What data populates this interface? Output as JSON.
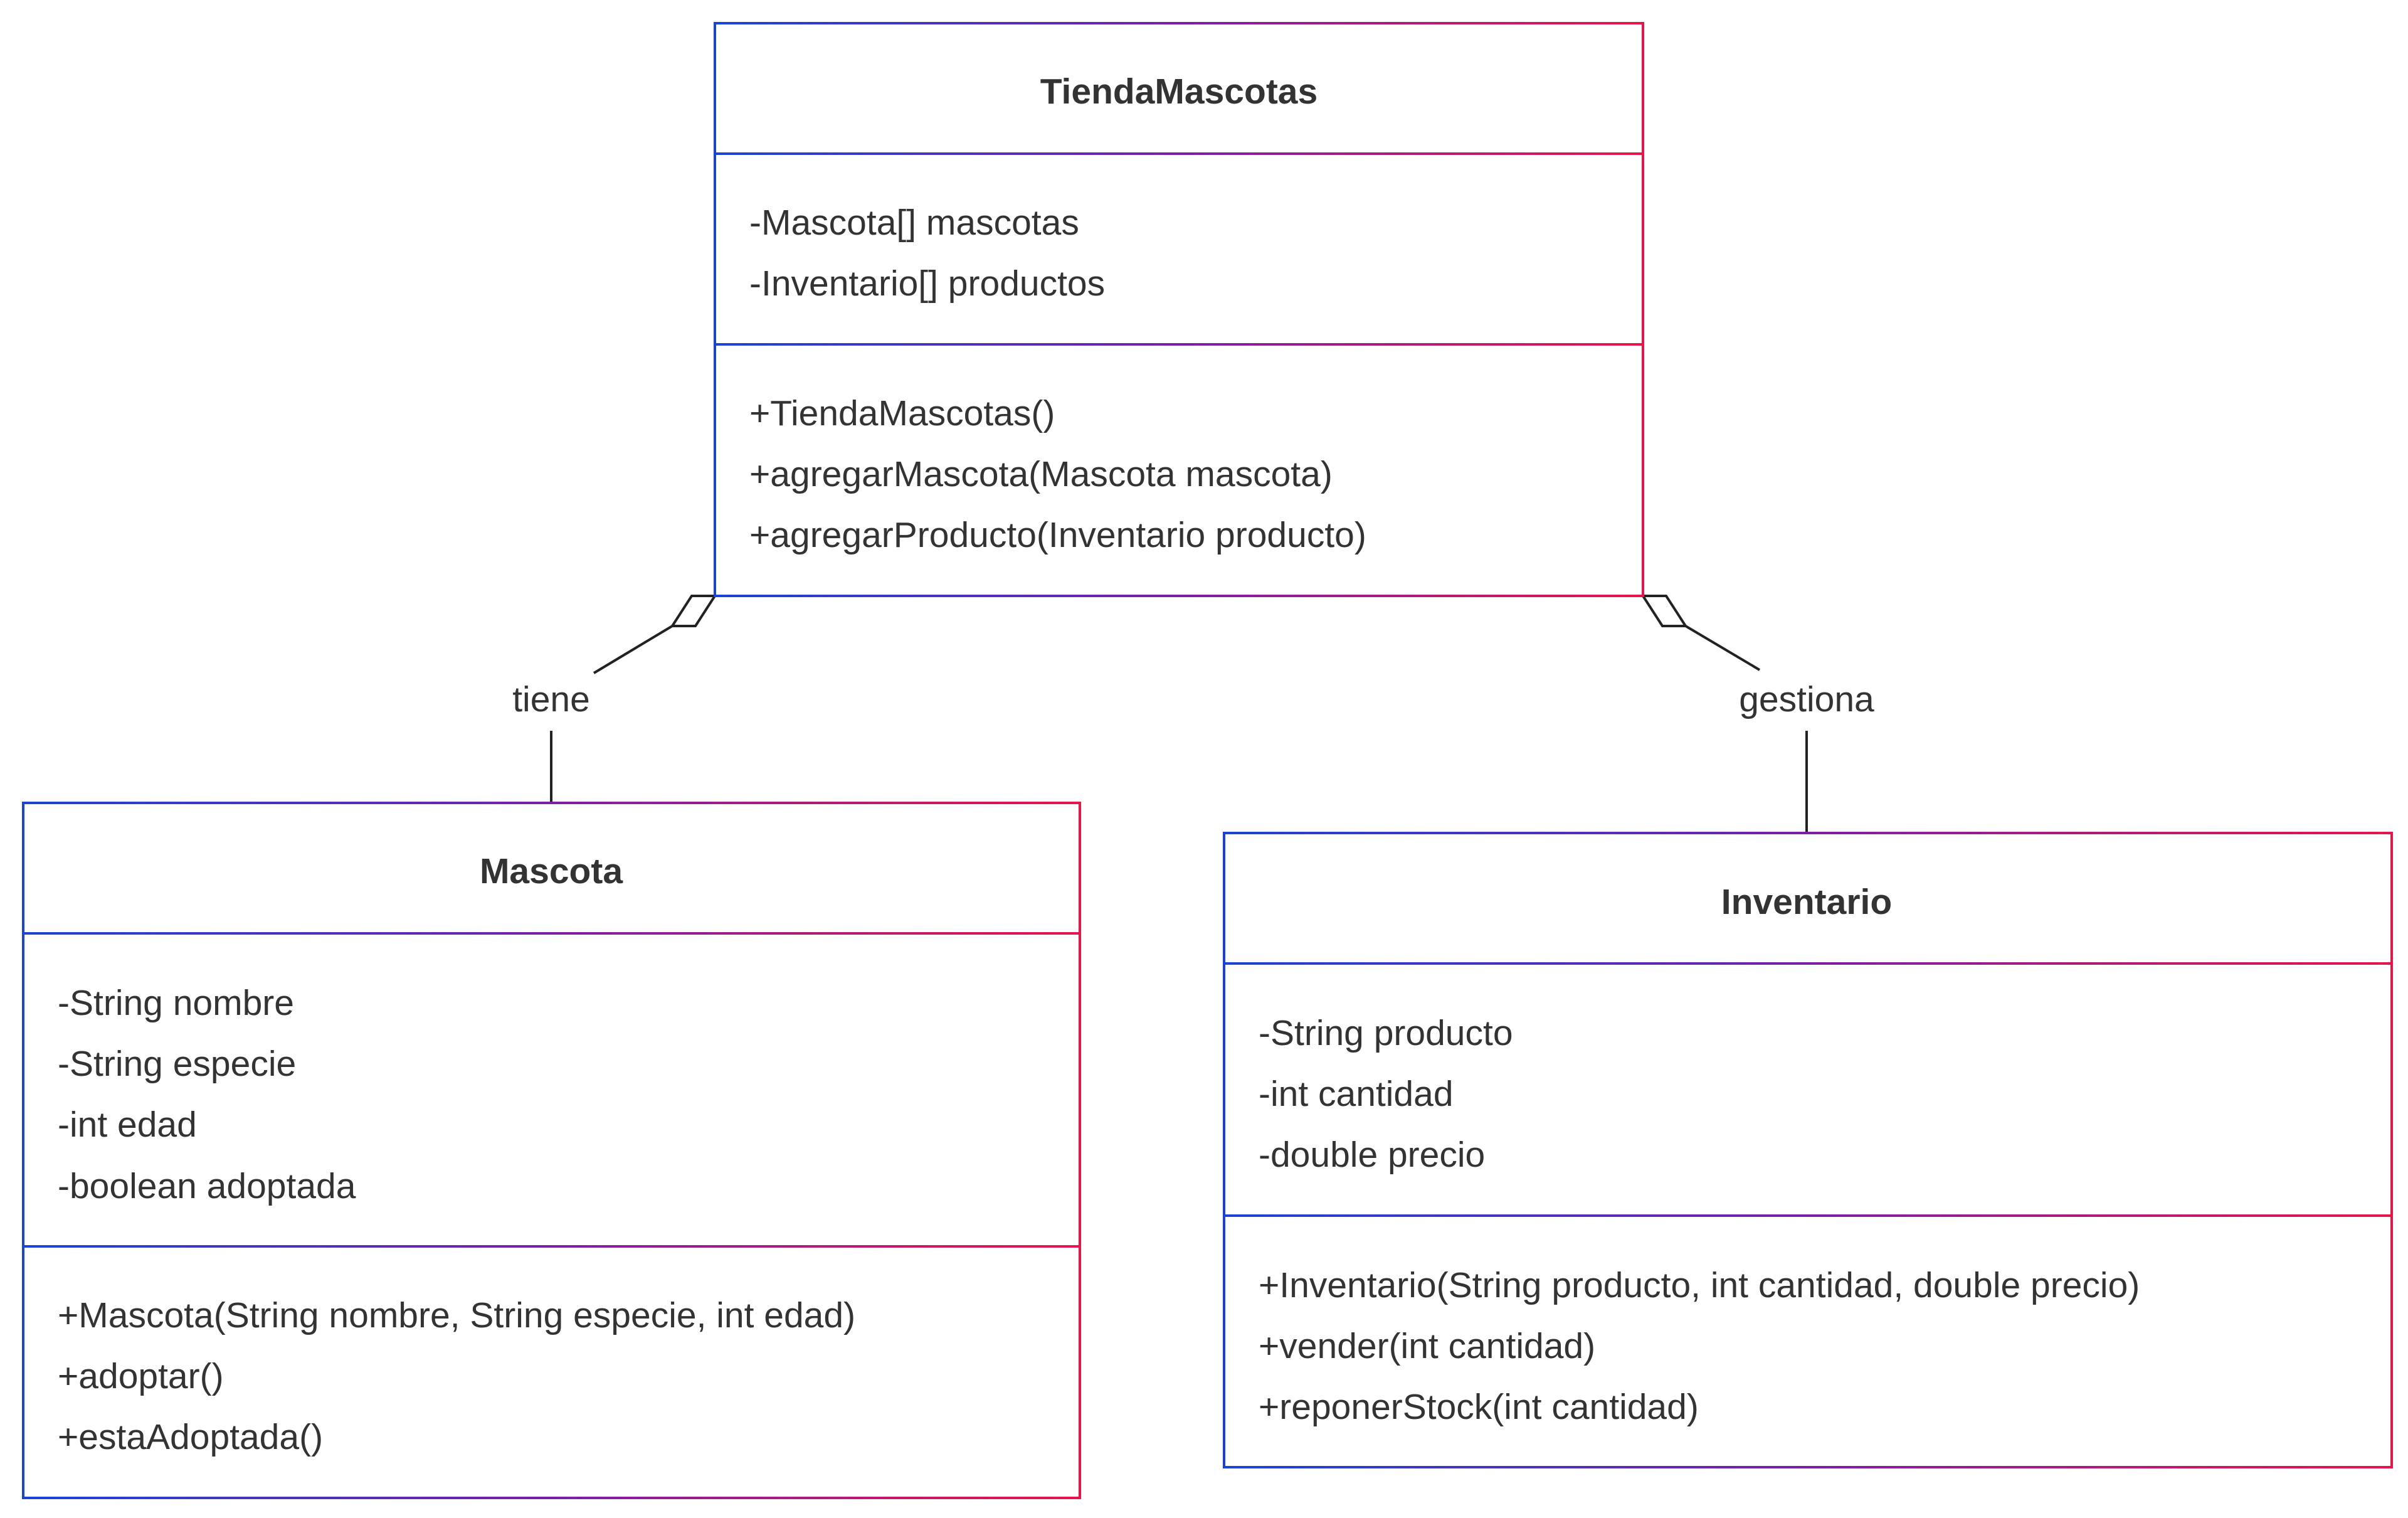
{
  "classes": {
    "tienda": {
      "name": "TiendaMascotas",
      "attributes": [
        "-Mascota[] mascotas",
        "-Inventario[] productos"
      ],
      "methods": [
        "+TiendaMascotas()",
        "+agregarMascota(Mascota mascota)",
        "+agregarProducto(Inventario producto)"
      ]
    },
    "mascota": {
      "name": "Mascota",
      "attributes": [
        "-String nombre",
        "-String especie",
        "-int edad",
        "-boolean adoptada"
      ],
      "methods": [
        "+Mascota(String nombre, String especie, int edad)",
        "+adoptar()",
        "+estaAdoptada()"
      ]
    },
    "inventario": {
      "name": "Inventario",
      "attributes": [
        "-String producto",
        "-int cantidad",
        "-double precio"
      ],
      "methods": [
        "+Inventario(String producto, int cantidad, double precio)",
        "+vender(int cantidad)",
        "+reponerStock(int cantidad)"
      ]
    }
  },
  "relations": {
    "tiene": {
      "label": "tiene",
      "type": "aggregation"
    },
    "gestiona": {
      "label": "gestiona",
      "type": "aggregation"
    }
  },
  "colors": {
    "border_start": "#1a44d6",
    "border_mid": "#7a1fa8",
    "border_end": "#e8154a",
    "text": "#333333",
    "line": "#222222"
  }
}
